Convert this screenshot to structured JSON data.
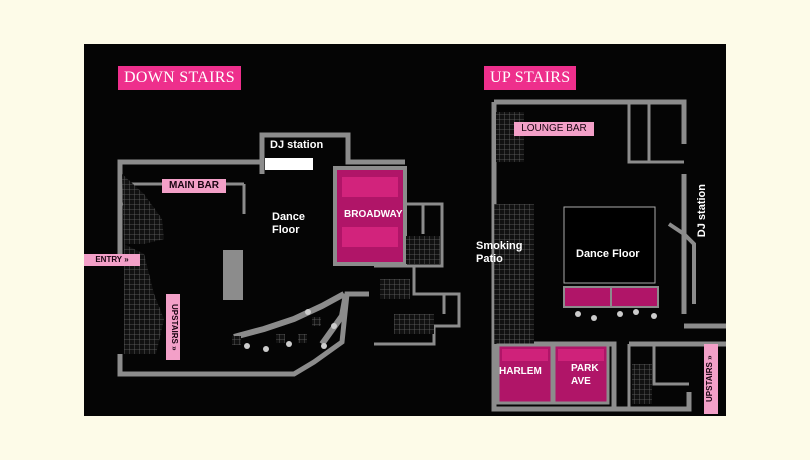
{
  "downstairs": {
    "title": "DOWN STAIRS",
    "dj_station": "DJ station",
    "main_bar": "MAIN BAR",
    "dance_floor": "Dance\nFloor",
    "room": "BROADWAY",
    "entry": "ENTRY »",
    "upstairs_link": "UPSTAIRS »"
  },
  "upstairs": {
    "title": "UP STAIRS",
    "lounge_bar": "LOUNGE BAR",
    "smoking_patio": "Smoking\nPatio",
    "dance_floor": "Dance Floor",
    "dj_station": "DJ station",
    "room_left": "HARLEM",
    "room_right": "PARK\nAVE",
    "upstairs_link": "UPSTAIRS »"
  },
  "colors": {
    "background": "#fdfbe8",
    "plan_bg": "#050505",
    "accent_pink": "#ee2f8c",
    "label_pink": "#f3a0c8",
    "vip_magenta": "#b01568",
    "wall_gray": "#8c8c8c"
  }
}
